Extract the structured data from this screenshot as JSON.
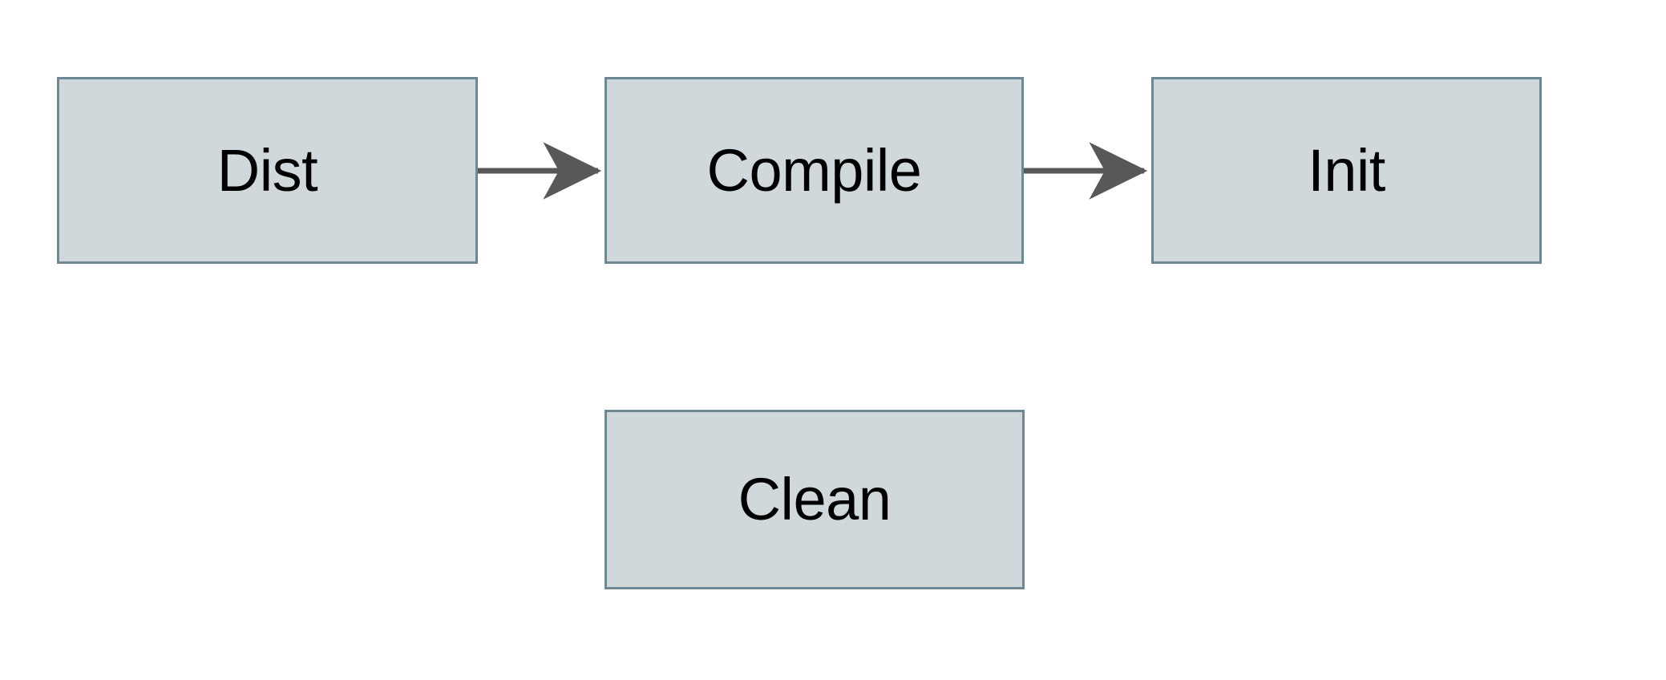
{
  "diagram": {
    "type": "flowchart",
    "orientation": "left-to-right",
    "background_color": "#ffffff",
    "node_fill_color": "#d0d8dc",
    "node_border_color": "#6d8794",
    "edge_color": "#585858",
    "label_color": "#000000",
    "nodes": [
      {
        "id": "dist",
        "label": "Dist"
      },
      {
        "id": "compile",
        "label": "Compile"
      },
      {
        "id": "init",
        "label": "Init"
      },
      {
        "id": "clean",
        "label": "Clean"
      }
    ],
    "edges": [
      {
        "from": "dist",
        "to": "compile",
        "label": "",
        "arrowhead": "filled-triangle"
      },
      {
        "from": "compile",
        "to": "init",
        "label": "",
        "arrowhead": "filled-triangle"
      }
    ]
  }
}
